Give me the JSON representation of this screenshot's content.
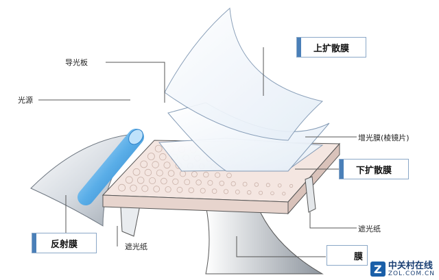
{
  "labels": {
    "upper_diffuser": "上扩散膜",
    "light_guide": "导光板",
    "light_source": "光源",
    "brightness_film": "增光膜(棱镜片)",
    "lower_diffuser": "下扩散膜",
    "reflector": "反射膜",
    "shade_paper_right": "遮光纸",
    "shade_paper_left": "遮光纸",
    "bottom_box_partial": "膜"
  },
  "watermark": {
    "logo_letter": "Z",
    "brand_cn": "中关村在线",
    "brand_en": "ZOL.COM.CN"
  },
  "colors": {
    "accent": "#4a7fb8",
    "cylinder": "#5aaee8",
    "film_fill": "#eef4fb",
    "film_stroke": "#7f97b3",
    "plate_top": "#f4e6e1"
  }
}
